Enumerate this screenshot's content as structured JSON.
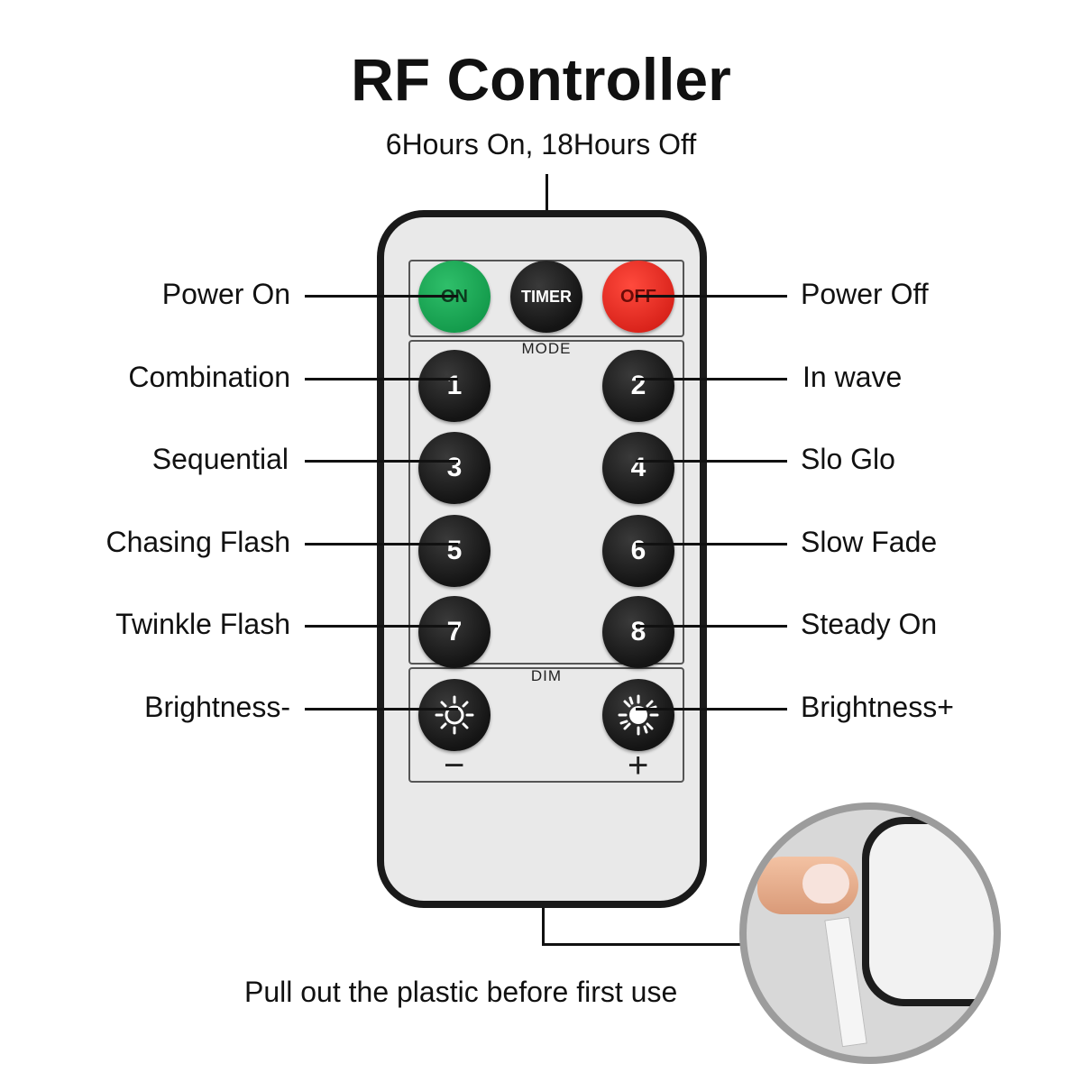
{
  "title": "RF Controller",
  "timer_note": "6Hours On, 18Hours Off",
  "buttons": {
    "on": "ON",
    "timer": "TIMER",
    "off": "OFF",
    "mode_panel_label": "MODE",
    "dim_panel_label": "DIM",
    "modes": [
      "1",
      "2",
      "3",
      "4",
      "5",
      "6",
      "7",
      "8"
    ],
    "minus_sign": "−",
    "plus_sign": "+"
  },
  "labels": {
    "power_on": "Power On",
    "power_off": "Power Off",
    "mode_1": "Combination",
    "mode_2": "In wave",
    "mode_3": "Sequential",
    "mode_4": "Slo Glo",
    "mode_5": "Chasing Flash",
    "mode_6": "Slow Fade",
    "mode_7": "Twinkle Flash",
    "mode_8": "Steady On",
    "brightness_down": "Brightness-",
    "brightness_up": "Brightness+"
  },
  "footer_note": "Pull out the plastic before first use",
  "colors": {
    "on_button": "#139a4b",
    "off_button": "#d8221a",
    "mode_button": "#141414",
    "remote_body": "#e9e9e9"
  }
}
